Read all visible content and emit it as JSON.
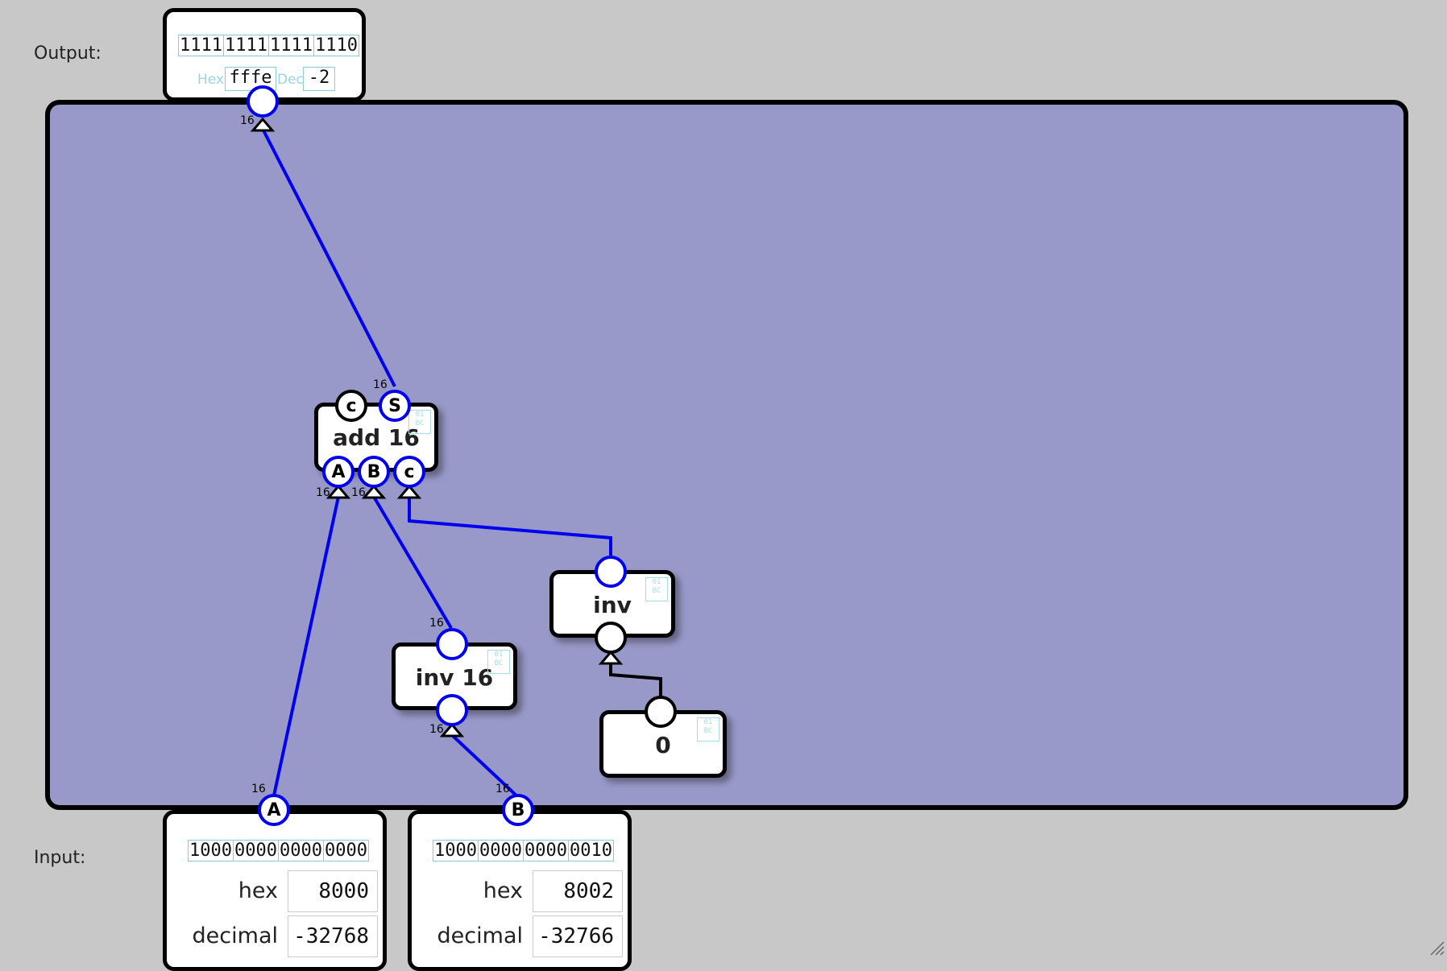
{
  "labels": {
    "output": "Output:",
    "input": "Input:"
  },
  "output": {
    "bits": [
      "1111",
      "1111",
      "1111",
      "1110"
    ],
    "hex_label": "Hex",
    "hex": "fffe",
    "dec_label": "Dec",
    "dec": "-2",
    "width": "16"
  },
  "inputs": [
    {
      "name": "A",
      "bits": [
        "1000",
        "0000",
        "0000",
        "0000"
      ],
      "hex_label": "hex",
      "hex": "8000",
      "dec_label": "decimal",
      "dec": "-32768",
      "width": "16"
    },
    {
      "name": "B",
      "bits": [
        "1000",
        "0000",
        "0000",
        "0010"
      ],
      "hex_label": "hex",
      "hex": "8002",
      "dec_label": "decimal",
      "dec": "-32766",
      "width": "16"
    }
  ],
  "chips": {
    "add": {
      "title": "add 16",
      "out_c": "c",
      "out_s": "S",
      "in_a": "A",
      "in_b": "B",
      "in_c": "c",
      "width_s": "16",
      "width_a": "16",
      "width_b": "16"
    },
    "inv16": {
      "title": "inv 16",
      "width_in": "16",
      "width_out": "16"
    },
    "inv": {
      "title": "inv"
    },
    "const": {
      "title": "0"
    }
  },
  "chip_icon_text": "01\nBC",
  "colors": {
    "board": "#9899c8",
    "wire_active": "#0000ee",
    "wire_inactive": "#000000",
    "background": "#c8c8c8"
  }
}
